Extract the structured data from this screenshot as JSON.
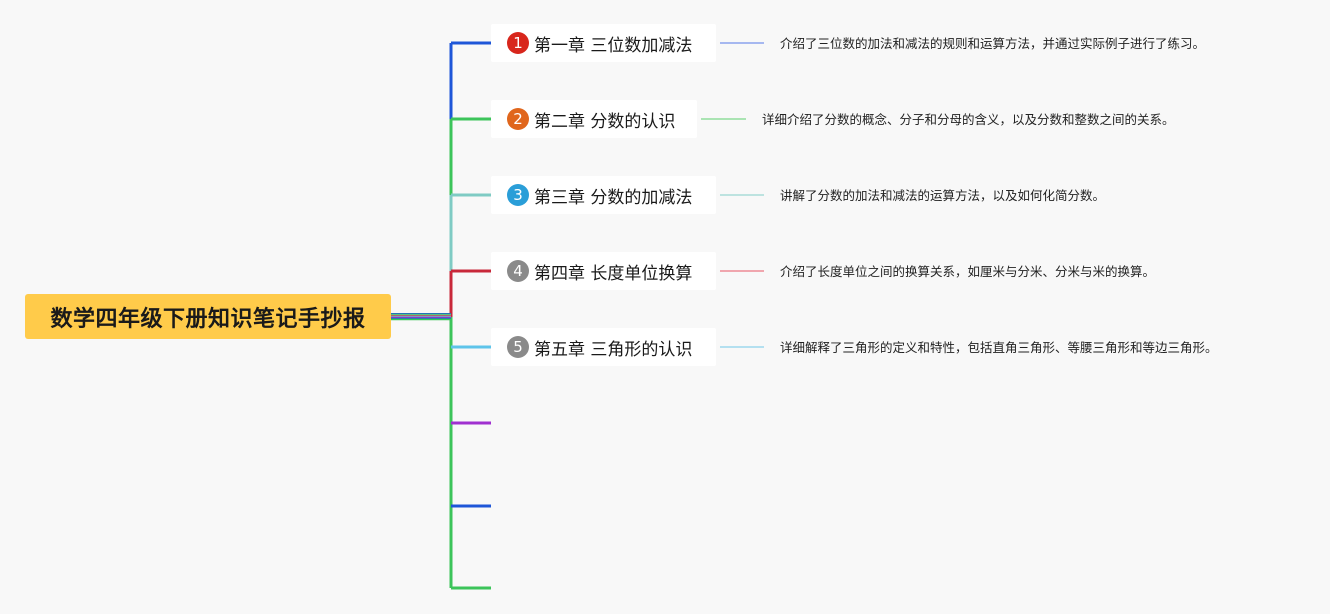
{
  "root": {
    "title": "数学四年级下册知识笔记手抄报",
    "color": "#ffcb4a"
  },
  "topics": [
    {
      "number": "1",
      "title": "第一章 三位数加减法",
      "description": "介绍了三位数的加法和减法的规则和运算方法，并通过实际例子进行了练习。",
      "badge_color": "#d8261c",
      "branch_color": "#1e56d8",
      "detail_color": "#8aa3ee"
    },
    {
      "number": "2",
      "title": "第二章 分数的认识",
      "description": "详细介绍了分数的概念、分子和分母的含义，以及分数和整数之间的关系。",
      "badge_color": "#e0661c",
      "branch_color": "#3cc45a",
      "detail_color": "#8fdd9c"
    },
    {
      "number": "3",
      "title": "第三章 分数的加减法",
      "description": "讲解了分数的加法和减法的运算方法，以及如何化简分数。",
      "badge_color": "#2a9ed8",
      "branch_color": "#7fcbc4",
      "detail_color": "#a9dcd7"
    },
    {
      "number": "4",
      "title": "第四章 长度单位换算",
      "description": "介绍了长度单位之间的换算关系，如厘米与分米、分米与米的换算。",
      "badge_color": "#8a8a8a",
      "branch_color": "#c8283a",
      "detail_color": "#ee8a96"
    },
    {
      "number": "5",
      "title": "第五章 三角形的认识",
      "description": "详细解释了三角形的定义和特性，包括直角三角形、等腰三角形和等边三角形。",
      "badge_color": "#8a8a8a",
      "branch_color": "#5ec4ea",
      "detail_color": "#9ed8ee"
    }
  ],
  "empty_branches": [
    {
      "color": "#a030d0"
    },
    {
      "color": "#1e56d8"
    },
    {
      "color": "#3cc45a"
    }
  ]
}
